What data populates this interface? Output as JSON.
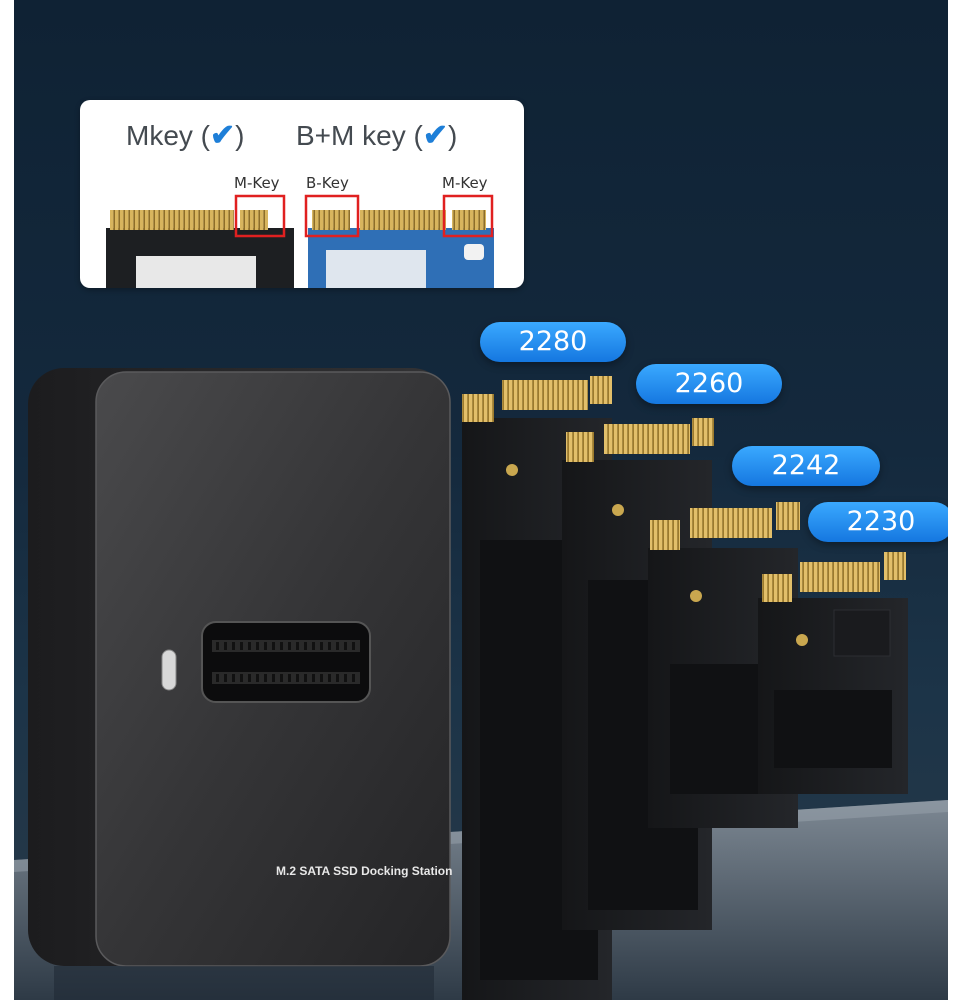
{
  "key_card": {
    "mkey_title": "Mkey (",
    "mkey_close": ")",
    "bm_title": "B+M key (",
    "bm_close": ")",
    "check_glyph": "✔",
    "label_mkey_left": "M-Key",
    "label_bkey": "B-Key",
    "label_mkey_right": "M-Key"
  },
  "sizes": [
    "2280",
    "2260",
    "2242",
    "2230"
  ],
  "dock": {
    "label": "M.2 SATA SSD Docking Station"
  },
  "colors": {
    "accent_blue": "#1e7fd8",
    "highlight_red": "#e02020",
    "background": "#14293d"
  }
}
